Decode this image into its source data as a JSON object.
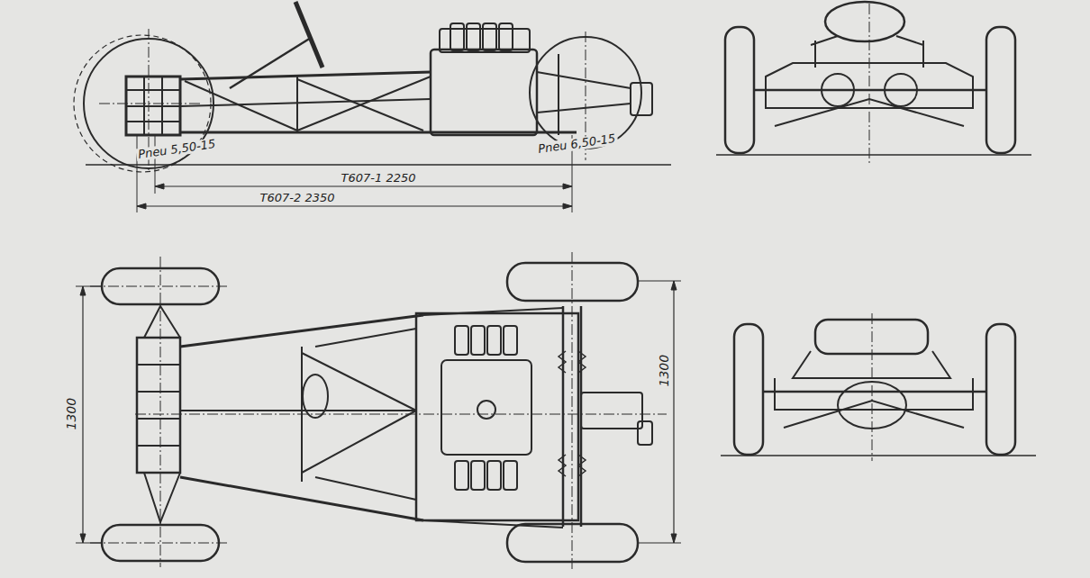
{
  "diagram": {
    "labels": [
      "Pneu 5,50-15",
      "Pneu 6,50-15",
      "T607-1 2250",
      "T607-2 2350",
      "1300",
      "1300"
    ]
  }
}
